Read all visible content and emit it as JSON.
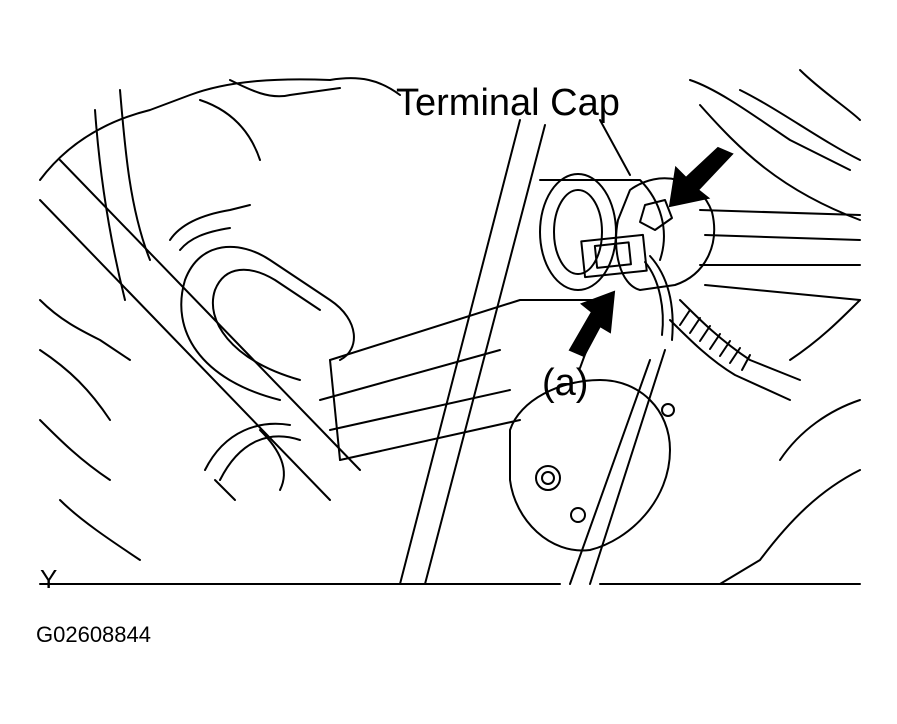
{
  "figure": {
    "callouts": {
      "terminal_cap": "Terminal Cap",
      "a": "(a)"
    },
    "view_letter": "Y",
    "figure_code": "G02608844"
  },
  "colors": {
    "line": "#000000",
    "background": "#ffffff"
  },
  "icons": [
    "arrow-icon"
  ]
}
